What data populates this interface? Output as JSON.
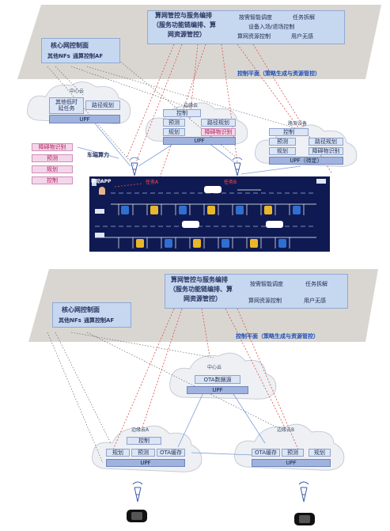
{
  "top": {
    "orchestrator": {
      "title_lines": [
        "算网管控与服务编排",
        "（服务功能链编排、算",
        "网资源管控）"
      ],
      "items": [
        "按需智能调度",
        "任务拆解",
        "设备入场/退场控制",
        "算网资源控制",
        "用户无感"
      ]
    },
    "core": {
      "title": "核心网控制面",
      "nfs": "其他NFs",
      "af": "通算控制AF"
    },
    "control_plane_label": "控制平面（策略生成与资源管控）",
    "center_cloud": {
      "title": "中心云",
      "left_box_lines": [
        "其他低时",
        "延任务"
      ],
      "right_box": "路径规划",
      "upf": "UPF"
    },
    "edge_cloud": {
      "title": "边缘云",
      "control": "控制",
      "cells": [
        "预测",
        "路径规划",
        "规划",
        "障碍物识别"
      ],
      "upf": "UPF"
    },
    "road_device": {
      "title": "路测设备",
      "control": "控制",
      "cells": [
        "预测",
        "路径规划",
        "规划",
        "障碍物识别"
      ],
      "upf": "UPF（待定）"
    },
    "vehicle": {
      "label": "车端算力",
      "tasks": [
        "障碍物识别",
        "预测",
        "规划",
        "控制"
      ]
    },
    "parking": {
      "app": "移动APP",
      "task_a": "任务A",
      "task_b": "任务B"
    }
  },
  "bottom": {
    "orchestrator": {
      "title_lines": [
        "算网管控与服务编排",
        "（服务功能链编排、算",
        "网资源管控）"
      ],
      "items": [
        "按需智能调度",
        "任务拆解",
        "算网资源控制",
        "用户无感"
      ]
    },
    "core": {
      "title": "核心网控制面",
      "nfs": "其他NFs",
      "af": "通算控制AF"
    },
    "control_plane_label": "控制平面（策略生成与资源管控）",
    "center_cloud": {
      "title": "中心云",
      "ota": "OTA数据源",
      "upf": "UPF"
    },
    "edge_a": {
      "title": "边缘云A",
      "control": "控制",
      "cells": [
        "规划",
        "预测",
        "OTA缓存"
      ],
      "upf": "UPF"
    },
    "edge_b": {
      "title": "边缘云B",
      "cells": [
        "OTA缓存",
        "预测",
        "规划"
      ],
      "upf": "UPF"
    }
  },
  "colors": {
    "plane": "#d9d6d1",
    "accent_text": "#1e4fb8",
    "pink_text": "#c4267a",
    "upf": "#9fb3de",
    "box": "#dbe5f6",
    "parking_bg": "#0f1a52"
  },
  "icons": [
    "tower-icon",
    "car-icon",
    "phone-icon",
    "person-icon",
    "camera-icon"
  ]
}
